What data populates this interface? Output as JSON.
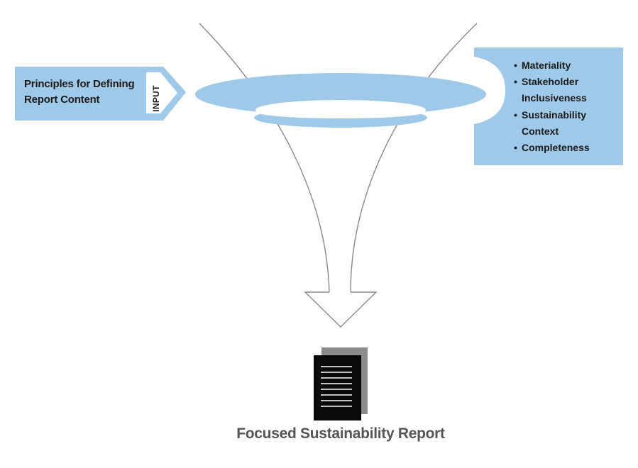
{
  "input_box": {
    "label": "Principles for Defining Report Content",
    "tab_label": "INPUT"
  },
  "principles": [
    "Materiality",
    "Stakeholder Inclusiveness",
    "Sustainability Context",
    "Completeness"
  ],
  "output": {
    "caption": "Focused Sustainability Report"
  },
  "colors": {
    "panel_fill": "#9fc9e8",
    "funnel_stroke": "#8a8a8a",
    "document_front": "#0a0a0a",
    "document_back": "#8c8c8c",
    "caption_text": "#555555"
  }
}
